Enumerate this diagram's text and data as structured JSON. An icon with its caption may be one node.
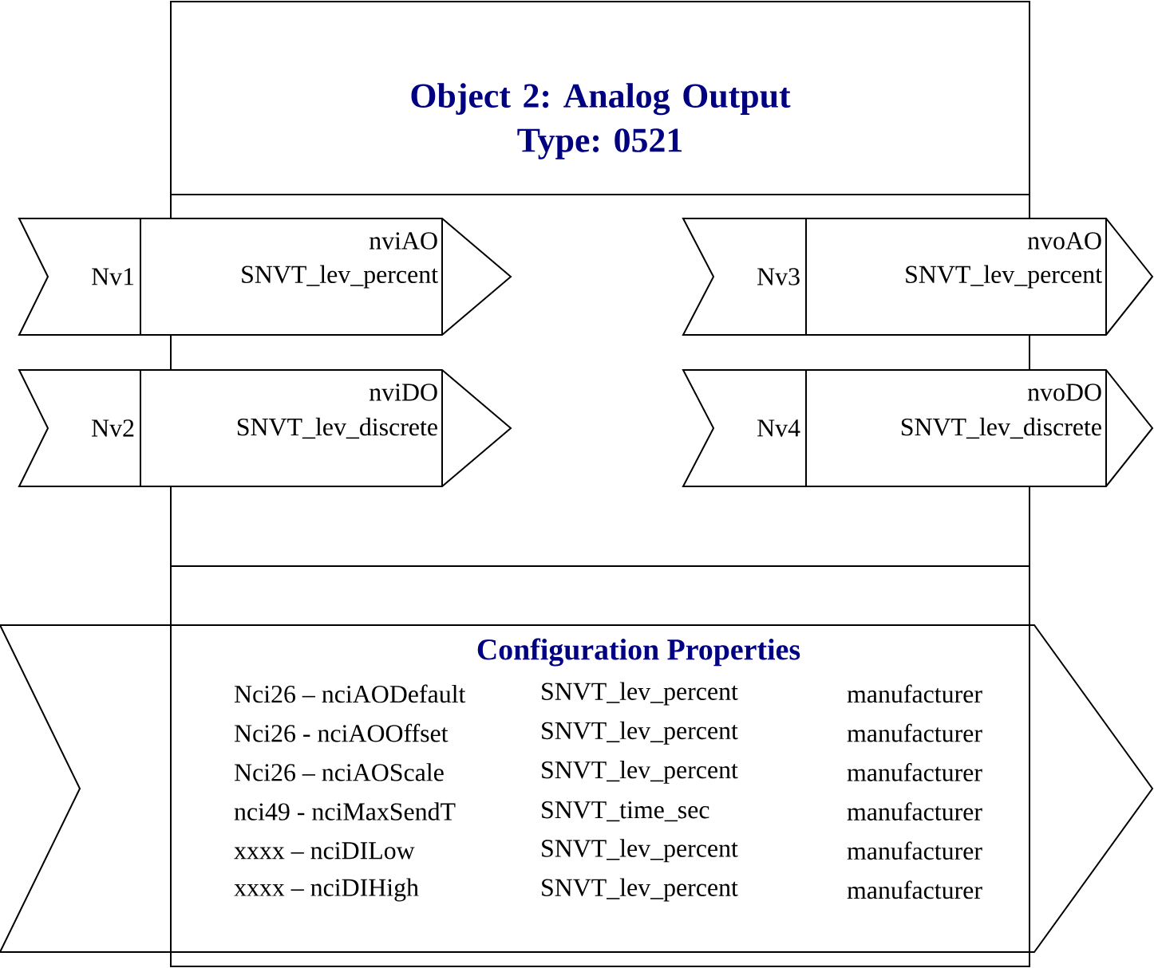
{
  "diagram": {
    "nodes": [
      {
        "text": [
          "Object 2: Analog Output Type: 0521"
        ]
      },
      {
        "text": [
          "Nv1"
        ]
      },
      {
        "text": [
          "nviAO",
          "SNVT_lev_percent"
        ]
      },
      {
        "text": [
          "Nv2"
        ]
      },
      {
        "text": [
          "nviDO",
          "SNVT_lev_discrete"
        ]
      },
      {
        "text": [
          "Nv3"
        ],
        "in": 0
      },
      {
        "text": [
          "nvoAO",
          "SNVT_lev_percent"
        ]
      },
      {
        "text": [
          "Nv4"
        ],
        "in": 0
      },
      {
        "text": [
          "nvoDO",
          "SNVT_lev_discrete"
        ]
      },
      {
        "text": [
          "Configuration Properties",
          "Nci26 – nciAODefault",
          "SNVT_lev_percent",
          "manufacturer",
          "Nci26 - nciAOOffset",
          "SNVT_lev_percent",
          "manufacturer",
          "Nci26 – nciAOScale",
          "SNVT_lev_percent",
          "manufacturer",
          "nci49 - nciMaxSendT",
          "SNVT_time_sec",
          "manufacturer",
          "xxxx – nciDILow",
          "SNVT_lev_percent",
          "manufacturer",
          "xxxx – nciDIHigh",
          "SNVT_lev_percent",
          "manufacturer"
        ]
      }
    ]
  }
}
